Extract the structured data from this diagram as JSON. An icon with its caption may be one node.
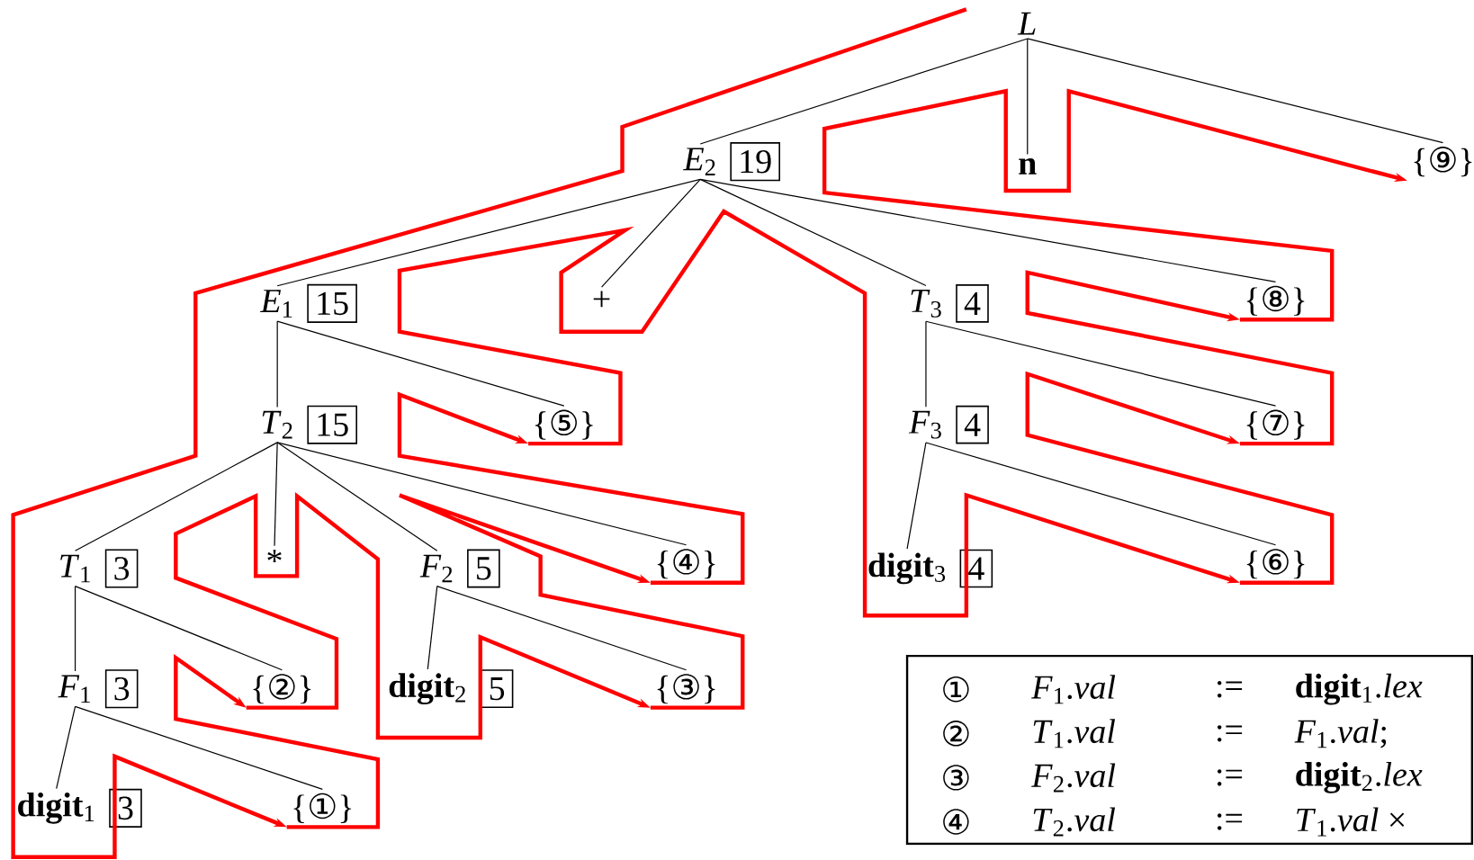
{
  "diagram": {
    "nodes": [
      {
        "text": [
          "*L*"
        ]
      },
      {
        "text": [
          "*E*$_{2}$"
        ],
        "beside": [
          "19"
        ]
      },
      {
        "text": [
          "**n**"
        ]
      },
      {
        "text": [
          "{⑨}"
        ]
      },
      {
        "text": [
          "*E*$_{1}$"
        ],
        "beside": [
          "15"
        ]
      },
      {
        "text": [
          "+"
        ]
      },
      {
        "text": [
          "*T*$_{3}$"
        ],
        "beside": [
          "4"
        ]
      },
      {
        "text": [
          "{⑧}"
        ]
      },
      {
        "text": [
          "*T*$_{2}$"
        ],
        "beside": [
          "15"
        ]
      },
      {
        "text": [
          "{⑤}"
        ]
      },
      {
        "text": [
          "*F*$_{3}$"
        ],
        "beside": [
          "4"
        ]
      },
      {
        "text": [
          "{⑦}"
        ]
      },
      {
        "text": [
          "*T*$_{1}$"
        ],
        "beside": [
          "3"
        ]
      },
      {
        "text": [
          "*"
        ]
      },
      {
        "text": [
          "*F*$_{2}$"
        ],
        "beside": [
          "5"
        ]
      },
      {
        "text": [
          "{④}"
        ]
      },
      {
        "text": [
          "**digit**$_{3}$"
        ],
        "beside": [
          "4"
        ]
      },
      {
        "text": [
          "{⑥}"
        ]
      },
      {
        "text": [
          "*F*$_{1}$"
        ],
        "beside": [
          "3"
        ]
      },
      {
        "text": [
          "{②}"
        ]
      },
      {
        "text": [
          "**digit**$_{2}$"
        ],
        "beside": [
          "5"
        ]
      },
      {
        "text": [
          "{③}"
        ]
      },
      {
        "text": [
          "**digit**$_{1}$"
        ],
        "beside": [
          "3"
        ]
      },
      {
        "text": [
          "{①}"
        ]
      }
    ],
    "edges": [
      {
        "from": 0,
        "to": 1,
        "arrow": "none"
      },
      {
        "from": 0,
        "to": 2,
        "arrow": "none"
      },
      {
        "from": 0,
        "to": 3,
        "arrow": "none"
      },
      {
        "from": 1,
        "to": 4,
        "arrow": "none"
      },
      {
        "from": 1,
        "to": 5,
        "arrow": "none"
      },
      {
        "from": 1,
        "to": 6,
        "arrow": "none"
      },
      {
        "from": 1,
        "to": 7,
        "arrow": "none"
      },
      {
        "from": 4,
        "to": 8,
        "arrow": "none"
      },
      {
        "from": 4,
        "to": 9,
        "arrow": "none"
      },
      {
        "from": 6,
        "to": 10,
        "arrow": "none"
      },
      {
        "from": 6,
        "to": 11,
        "arrow": "none"
      },
      {
        "from": 8,
        "to": 12,
        "arrow": "none"
      },
      {
        "from": 8,
        "to": 13,
        "arrow": "none"
      },
      {
        "from": 8,
        "to": 14,
        "arrow": "none"
      },
      {
        "from": 8,
        "to": 15,
        "arrow": "none"
      },
      {
        "from": 10,
        "to": 16,
        "arrow": "none"
      },
      {
        "from": 10,
        "to": 17,
        "arrow": "none"
      },
      {
        "from": 12,
        "to": 18,
        "arrow": "none"
      },
      {
        "from": 12,
        "to": 19,
        "arrow": "none"
      },
      {
        "from": 14,
        "to": 20,
        "arrow": "none"
      },
      {
        "from": 14,
        "to": 21,
        "arrow": "none"
      },
      {
        "from": 18,
        "to": 22,
        "arrow": "none"
      },
      {
        "from": 18,
        "to": 23,
        "arrow": "none"
      },
      {
        "from": null,
        "to": 23,
        "arrow": "to",
        "style": "thick",
        "color": "#ff0000"
      },
      {
        "from": 23,
        "to": 19,
        "arrow": "to",
        "style": "thick",
        "color": "#ff0000"
      },
      {
        "from": 19,
        "to": 21,
        "arrow": "to",
        "style": "thick",
        "color": "#ff0000"
      },
      {
        "from": 21,
        "to": 15,
        "arrow": "to",
        "style": "thick",
        "color": "#ff0000"
      },
      {
        "from": 15,
        "to": 9,
        "arrow": "to",
        "style": "thick",
        "color": "#ff0000"
      },
      {
        "from": 9,
        "to": 17,
        "arrow": "to",
        "style": "thick",
        "color": "#ff0000"
      },
      {
        "from": 17,
        "to": 11,
        "arrow": "to",
        "style": "thick",
        "color": "#ff0000"
      },
      {
        "from": 11,
        "to": 7,
        "arrow": "to",
        "style": "thick",
        "color": "#ff0000"
      },
      {
        "from": 7,
        "to": 3,
        "arrow": "to",
        "style": "thick",
        "color": "#ff0000"
      }
    ],
    "labels": [
      "①",
      "*F*$_{1}$.*val*",
      ":=",
      "**digit**$_{1}$.*lex*",
      "②",
      "*T*$_{1}$.*val*",
      ":=",
      "*F*$_{1}$.*val*;",
      "③",
      "*F*$_{2}$.*val*",
      ":=",
      "**digit**$_{2}$.*lex*",
      "④",
      "*T*$_{2}$.*val*",
      ":=",
      "*T*$_{1}$.*val* ×"
    ]
  }
}
